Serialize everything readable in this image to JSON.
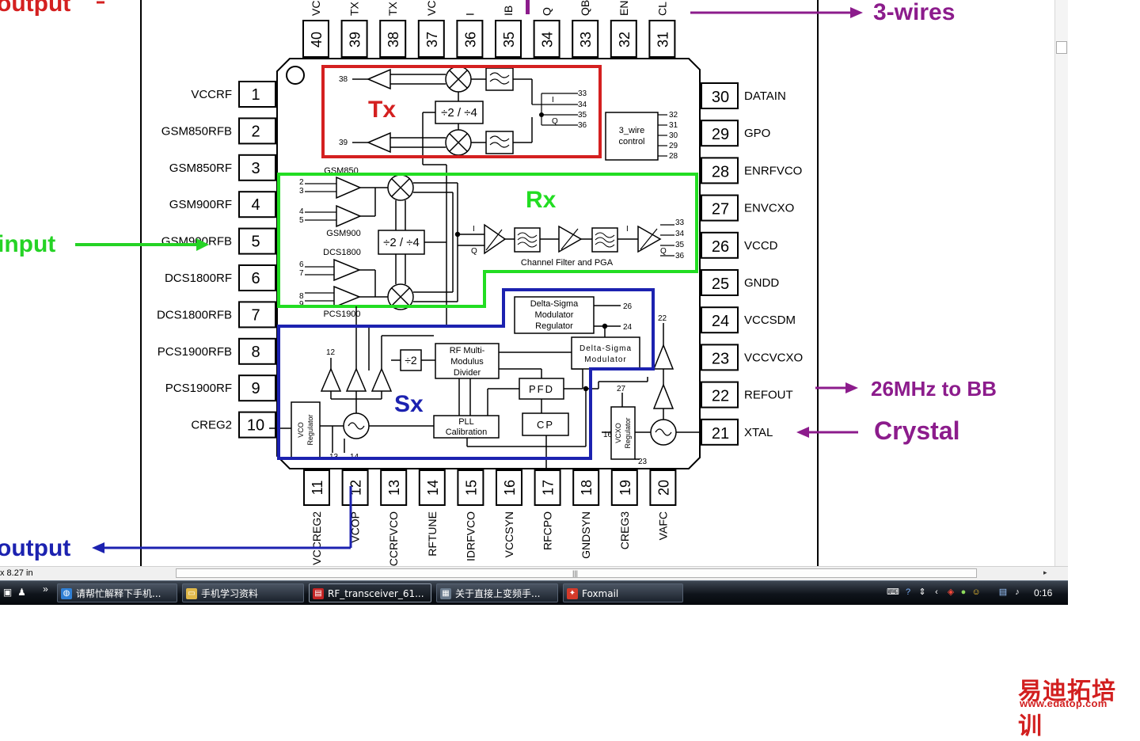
{
  "annotations": {
    "top_output": "output",
    "three_wires": "3-wires",
    "input": "input",
    "bottom_output": "output",
    "refout_note": "26MHz to BB",
    "crystal": "Crystal"
  },
  "blocks": {
    "tx": "Tx",
    "rx": "Rx",
    "sx": "Sx",
    "three_wire_control": [
      "3_wire",
      "control"
    ],
    "tx_divider": "÷2 / ÷4",
    "rx_divider": "÷2 / ÷4",
    "sx_div2": "÷2",
    "channel_filter": "Channel Filter and PGA",
    "delta_sigma_reg": [
      "Delta-Sigma",
      "Modulator",
      "Regulator"
    ],
    "delta_sigma_mod": [
      "Delta-Sigma",
      "Modulator"
    ],
    "rf_divider": [
      "RF Multi-",
      "Modulus",
      "Divider"
    ],
    "pfd": "PFD",
    "cp": "CP",
    "pll_cal": [
      "PLL",
      "Calibration"
    ],
    "vco_reg": [
      "VCO",
      "Regulator"
    ],
    "vcxo_reg": [
      "VCXO",
      "Regulator"
    ],
    "gsm850_label": "GSM850",
    "gsm900_label": "GSM900",
    "dcs1800_label": "DCS1800",
    "pcs1900_label": "PCS1900"
  },
  "pins_left": [
    {
      "num": "1",
      "name": "VCCRF"
    },
    {
      "num": "2",
      "name": "GSM850RFB"
    },
    {
      "num": "3",
      "name": "GSM850RF"
    },
    {
      "num": "4",
      "name": "GSM900RF"
    },
    {
      "num": "5",
      "name": "GSM900RFB"
    },
    {
      "num": "6",
      "name": "DCS1800RF"
    },
    {
      "num": "7",
      "name": "DCS1800RFB"
    },
    {
      "num": "8",
      "name": "PCS1900RFB"
    },
    {
      "num": "9",
      "name": "PCS1900RF"
    },
    {
      "num": "10",
      "name": "CREG2"
    }
  ],
  "pins_right": [
    {
      "num": "30",
      "name": "DATAIN"
    },
    {
      "num": "29",
      "name": "GPO"
    },
    {
      "num": "28",
      "name": "ENRFVCO"
    },
    {
      "num": "27",
      "name": "ENVCXO"
    },
    {
      "num": "26",
      "name": "VCCD"
    },
    {
      "num": "25",
      "name": "GNDD"
    },
    {
      "num": "24",
      "name": "VCCSDM"
    },
    {
      "num": "23",
      "name": "VCCVCXO"
    },
    {
      "num": "22",
      "name": "REFOUT"
    },
    {
      "num": "21",
      "name": "XTAL"
    }
  ],
  "pins_top": [
    {
      "num": "40",
      "name": "VC"
    },
    {
      "num": "39",
      "name": "TX"
    },
    {
      "num": "38",
      "name": "TX"
    },
    {
      "num": "37",
      "name": "VC"
    },
    {
      "num": "36",
      "name": "I"
    },
    {
      "num": "35",
      "name": "IB"
    },
    {
      "num": "34",
      "name": "Q"
    },
    {
      "num": "33",
      "name": "QB"
    },
    {
      "num": "32",
      "name": "EN"
    },
    {
      "num": "31",
      "name": "CL"
    }
  ],
  "pins_bottom": [
    {
      "num": "11",
      "name": "VCCREG2"
    },
    {
      "num": "12",
      "name": "VCOP"
    },
    {
      "num": "13",
      "name": "CCRFVCO"
    },
    {
      "num": "14",
      "name": "RFTUNE"
    },
    {
      "num": "15",
      "name": "IDRFVCO"
    },
    {
      "num": "16",
      "name": "VCCSYN"
    },
    {
      "num": "17",
      "name": "RFCPO"
    },
    {
      "num": "18",
      "name": "GNDSYN"
    },
    {
      "num": "19",
      "name": "CREG3"
    },
    {
      "num": "20",
      "name": "VAFC"
    }
  ],
  "status": {
    "page_size": "x 8.27 in"
  },
  "taskbar": {
    "items": [
      {
        "label": "请帮忙解释下手机...",
        "icon": "browser-icon"
      },
      {
        "label": "手机学习资料",
        "icon": "folder-icon"
      },
      {
        "label": "RF_transceiver_61...",
        "icon": "pdf-icon"
      },
      {
        "label": "关于直接上变频手...",
        "icon": "document-icon"
      },
      {
        "label": "Foxmail",
        "icon": "foxmail-icon"
      }
    ],
    "clock": "0:16"
  },
  "colors": {
    "tx": "#d42020",
    "rx": "#22dd22",
    "sx": "#1c22b0",
    "annot": "#8c1c8c",
    "input": "#25d325"
  },
  "watermark": {
    "cn": "易迪拓培训",
    "url": "www.edatop.com"
  }
}
